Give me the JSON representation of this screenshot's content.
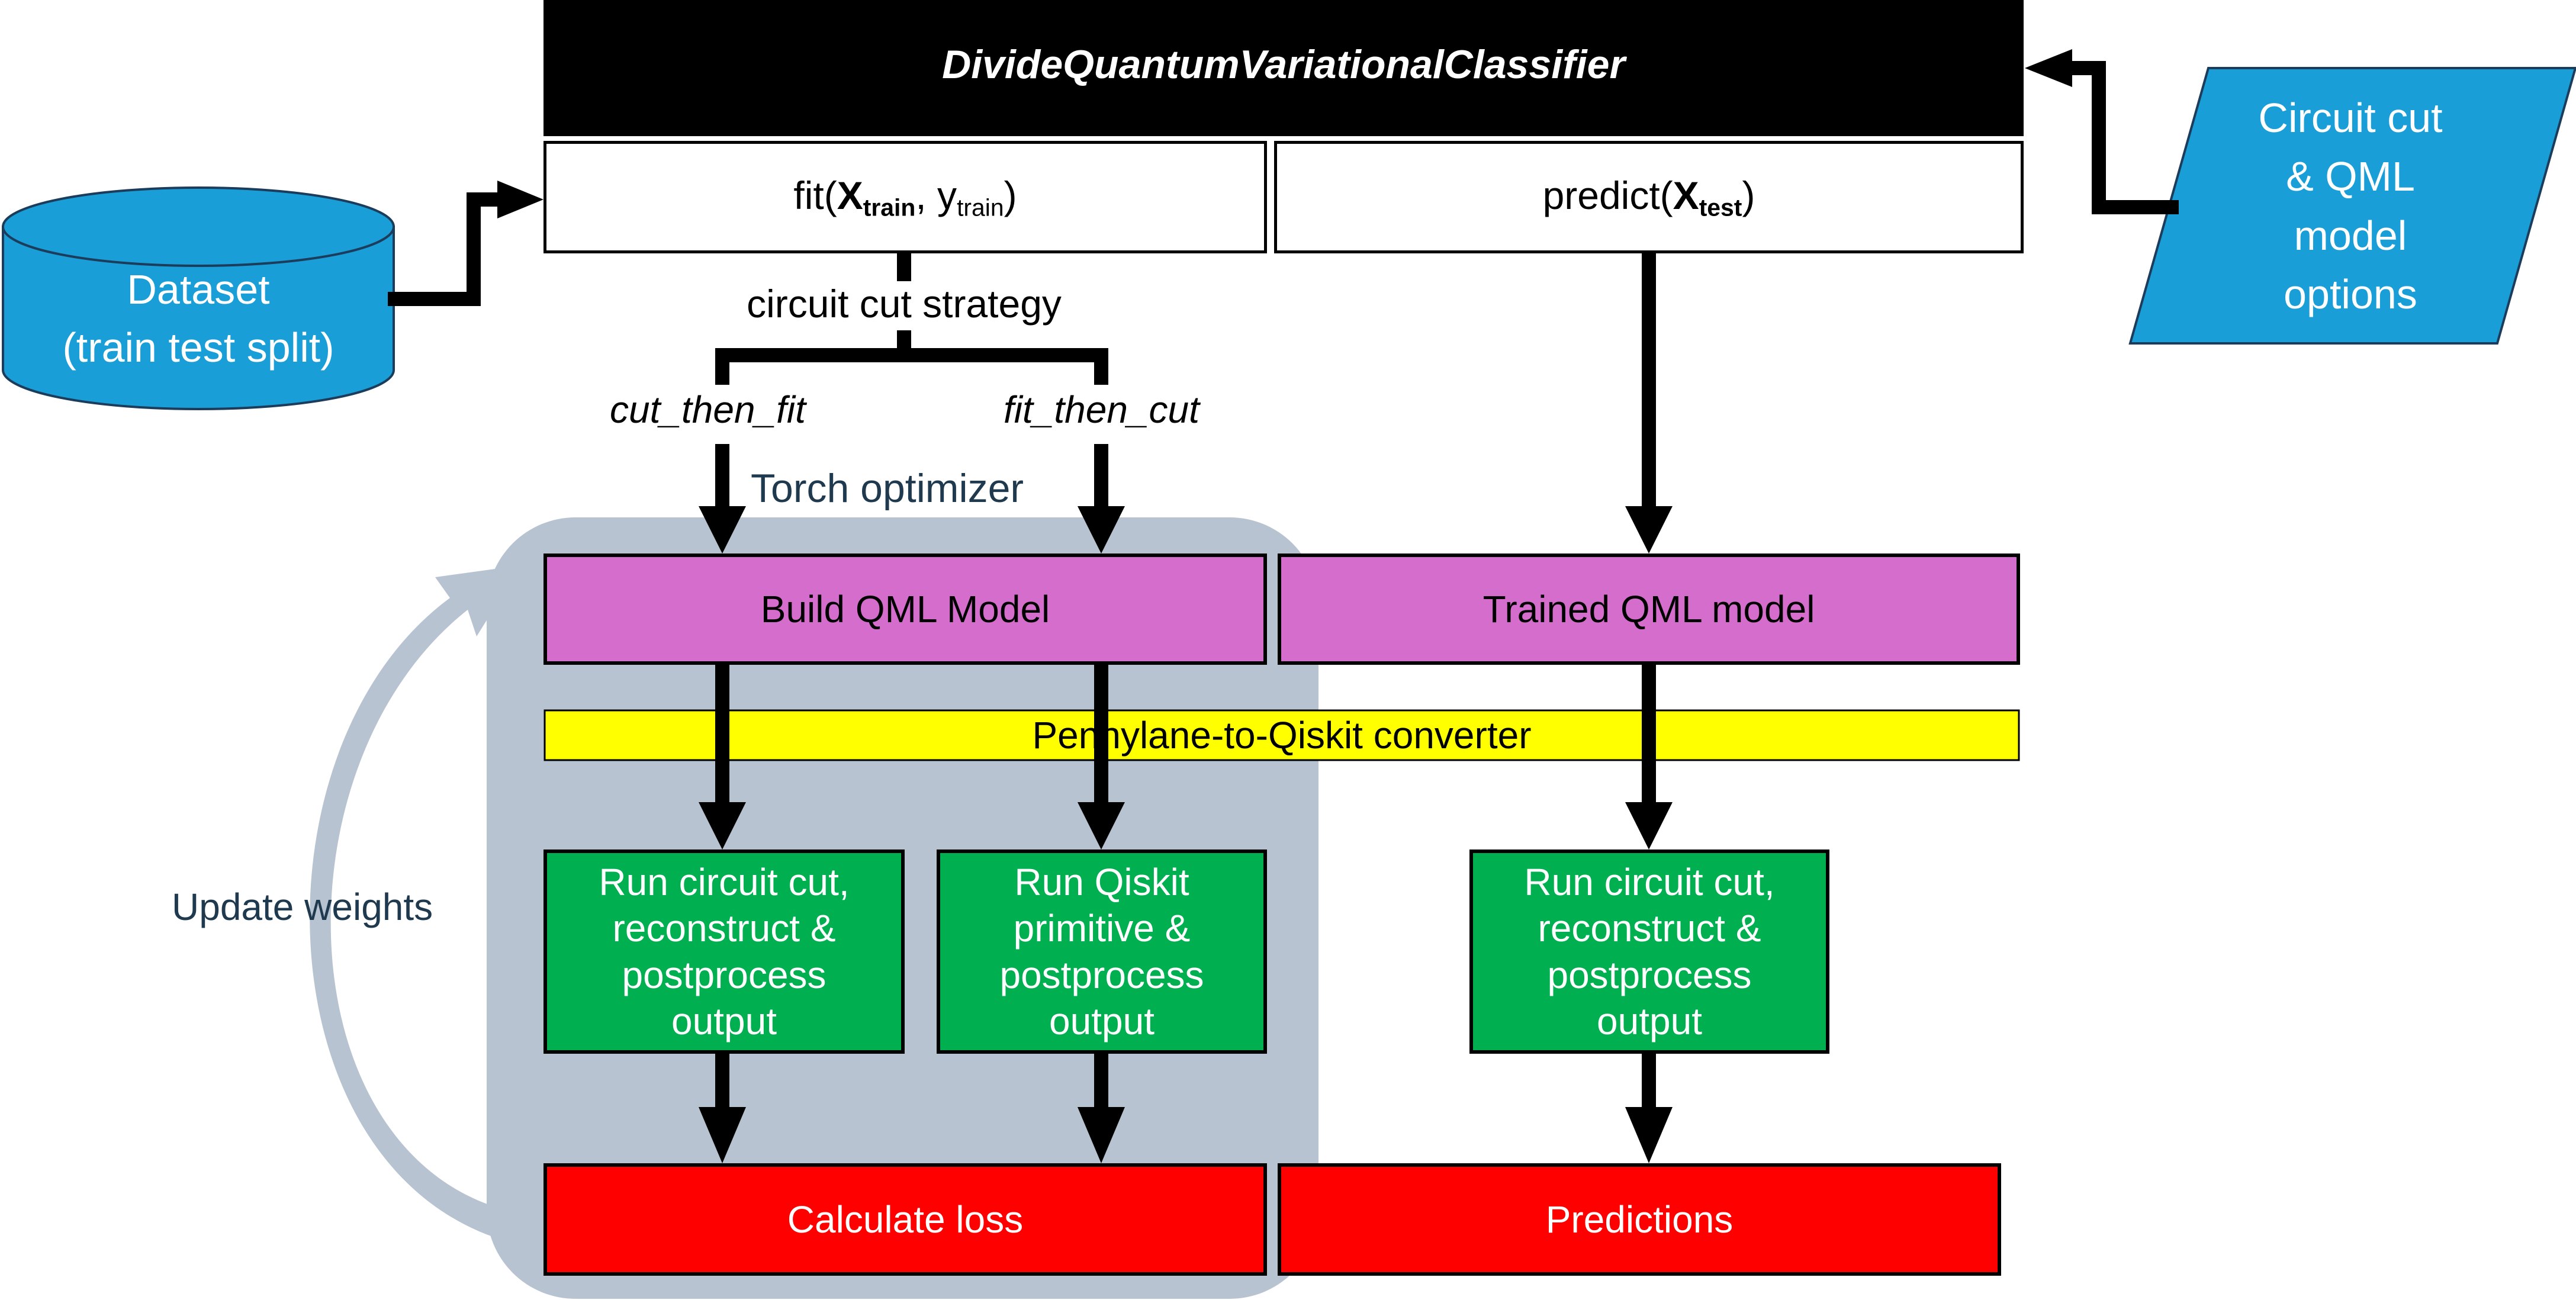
{
  "title": "DivideQuantumVariationalClassifier",
  "fit": {
    "prefix": "fit(",
    "x": "X",
    "x_sub": "train",
    "sep": ", y",
    "y_sub": "train",
    "suffix": ")"
  },
  "predict": {
    "prefix": "predict(",
    "x": "X",
    "x_sub": "test",
    "suffix": ")"
  },
  "dataset": "Dataset\n(train test split)",
  "options": "Circuit cut\n& QML\nmodel\noptions",
  "strategy_label": "circuit cut strategy",
  "branch_left": "cut_then_fit",
  "branch_right": "fit_then_cut",
  "optimizer_label": "Torch optimizer",
  "update_label": "Update weights",
  "build_model": "Build QML Model",
  "trained_model": "Trained QML model",
  "converter": "Pennylane-to-Qiskit converter",
  "run_cut_left": "Run circuit cut,\nreconstruct &\npostprocess\noutput",
  "run_qiskit": "Run Qiskit\nprimitive &\npostprocess\noutput",
  "run_cut_right": "Run circuit cut,\nreconstruct &\npostprocess\noutput",
  "loss": "Calculate loss",
  "predictions": "Predictions",
  "colors": {
    "title_bg": "#000000",
    "cyan": "#1a9ed8",
    "magenta": "#d46dcc",
    "yellow": "#ffff00",
    "green": "#00b050",
    "red": "#ff0000",
    "optimizer_bg": "#b7c3d0",
    "label_dark": "#1f3a4f"
  }
}
